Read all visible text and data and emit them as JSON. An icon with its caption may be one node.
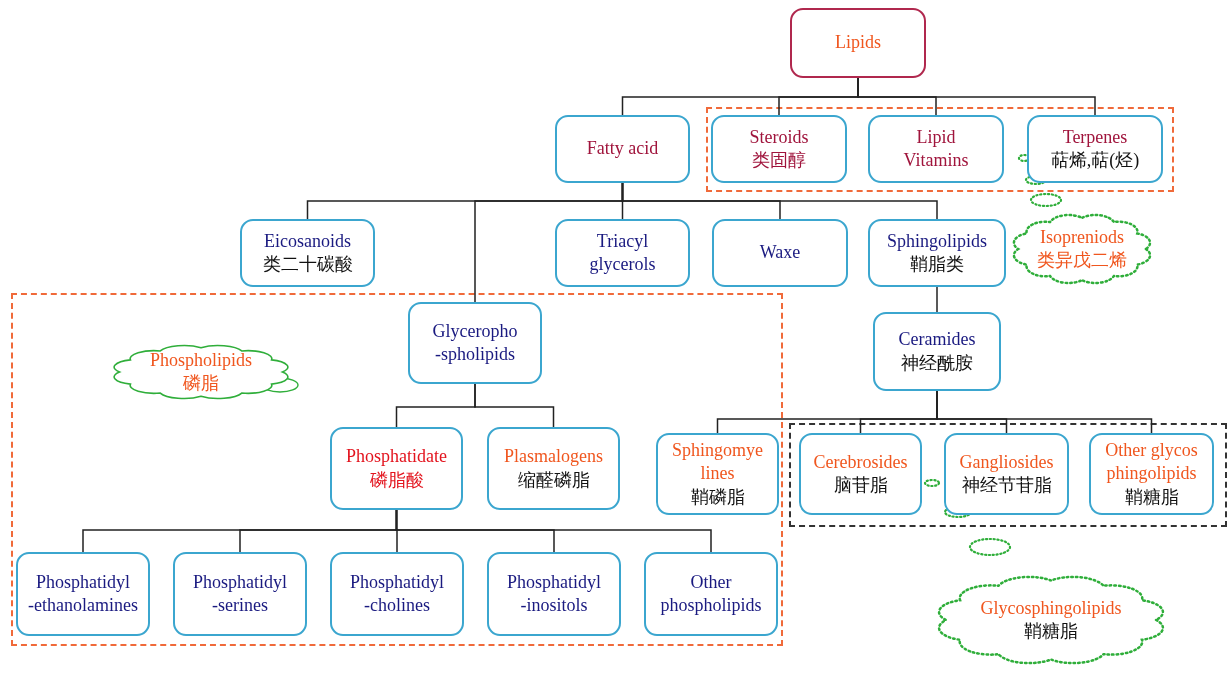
{
  "diagram": {
    "nodes": [
      {
        "text": [
          "Lipids"
        ]
      },
      {
        "text": [
          "Fatty acid"
        ]
      },
      {
        "text": [],
        "shape": "box"
      },
      {
        "text": [
          "Steroids",
          "类固醇"
        ],
        "in": 2
      },
      {
        "text": [
          "Lipid Vitamins"
        ],
        "in": 2
      },
      {
        "text": [
          "Terpenes",
          "萜烯,萜(烃)"
        ],
        "in": 2
      },
      {
        "text": [
          "Eicosanoids",
          "类二十碳酸"
        ]
      },
      {
        "text": [
          "Triacyl glycerols"
        ]
      },
      {
        "text": [
          "Waxe"
        ]
      },
      {
        "text": [
          "Sphingolipids",
          "鞘脂类"
        ]
      },
      {
        "text": [
          "Isopreniods",
          "类异戊二烯"
        ]
      },
      {
        "text": [],
        "shape": "box"
      },
      {
        "text": [
          "Glyceropho -spholipids"
        ],
        "in": 11
      },
      {
        "text": [
          "Phospholipids",
          "磷脂"
        ],
        "in": 11
      },
      {
        "text": [
          "Ceramides",
          "神经酰胺"
        ]
      },
      {
        "text": [
          "Phosphatidate",
          "磷脂酸"
        ],
        "in": 11
      },
      {
        "text": [
          "Plasmalogens",
          "缩醛磷脂"
        ],
        "in": 11
      },
      {
        "text": [
          "Sphingomye lines",
          "鞘磷脂"
        ],
        "in": 11
      },
      {
        "text": [],
        "shape": "box"
      },
      {
        "text": [
          "Cerebrosides",
          "脑苷脂"
        ],
        "in": 18
      },
      {
        "text": [
          "Gangliosides",
          "神经节苷脂"
        ],
        "in": 18
      },
      {
        "text": [
          "Other glycos phingolipids",
          "鞘糖脂"
        ],
        "in": 18
      },
      {
        "text": [
          "Phosphatidyl -ethanolamines"
        ],
        "in": 11
      },
      {
        "text": [
          "Phosphatidyl -serines"
        ],
        "in": 11
      },
      {
        "text": [
          "Phosphatidyl -cholines"
        ],
        "in": 11
      },
      {
        "text": [
          "Phosphatidyl -inositols"
        ],
        "in": 11
      },
      {
        "text": [
          "Other phospholipids"
        ],
        "in": 11
      },
      {
        "text": [
          "Glycosphingolipids",
          "鞘糖脂"
        ]
      }
    ],
    "edges": [
      {
        "from": 0,
        "to": 1,
        "arrow": "none"
      },
      {
        "from": 0,
        "to": 3,
        "arrow": "none"
      },
      {
        "from": 0,
        "to": 4,
        "arrow": "none"
      },
      {
        "from": 0,
        "to": 5,
        "arrow": "none"
      },
      {
        "from": 1,
        "to": 6,
        "arrow": "none"
      },
      {
        "from": 1,
        "to": 12,
        "arrow": "none"
      },
      {
        "from": 1,
        "to": 7,
        "arrow": "none"
      },
      {
        "from": 1,
        "to": 8,
        "arrow": "none"
      },
      {
        "from": 1,
        "to": 9,
        "arrow": "none"
      },
      {
        "from": 9,
        "to": 14,
        "arrow": "none"
      },
      {
        "from": 12,
        "to": 15,
        "arrow": "none"
      },
      {
        "from": 12,
        "to": 16,
        "arrow": "none"
      },
      {
        "from": 14,
        "to": 17,
        "arrow": "none"
      },
      {
        "from": 14,
        "to": 19,
        "arrow": "none"
      },
      {
        "from": 14,
        "to": 20,
        "arrow": "none"
      },
      {
        "from": 14,
        "to": 21,
        "arrow": "none"
      },
      {
        "from": 15,
        "to": 22,
        "arrow": "none"
      },
      {
        "from": 15,
        "to": 23,
        "arrow": "none"
      },
      {
        "from": 15,
        "to": 24,
        "arrow": "none"
      },
      {
        "from": 15,
        "to": 25,
        "arrow": "none"
      },
      {
        "from": 15,
        "to": 26,
        "arrow": "none"
      }
    ]
  }
}
